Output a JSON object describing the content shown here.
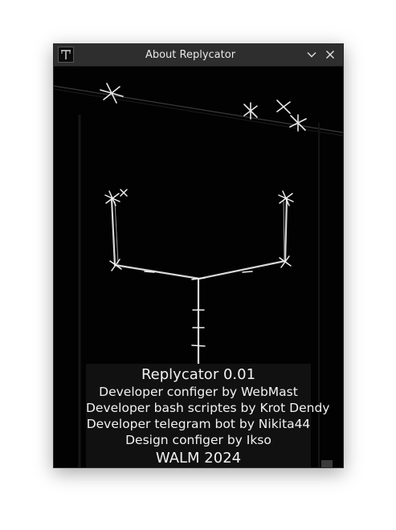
{
  "window": {
    "title": "About Replycator"
  },
  "icons": {
    "app": "app-icon",
    "minimize": "chevron-down-icon",
    "close": "close-icon"
  },
  "about": {
    "app_name": "Replycator 0.01",
    "credits": [
      "Developer configer by WebMast",
      "Developer bash scriptes by Krot Dendy",
      "Developer telegram bot by Nikita44",
      "Design configer by Ikso"
    ],
    "footer": "WALM 2024"
  },
  "colors": {
    "titlebar": "#2e2e2e",
    "background": "#000000",
    "info_box": "#111111",
    "text": "#f2f2f2"
  }
}
